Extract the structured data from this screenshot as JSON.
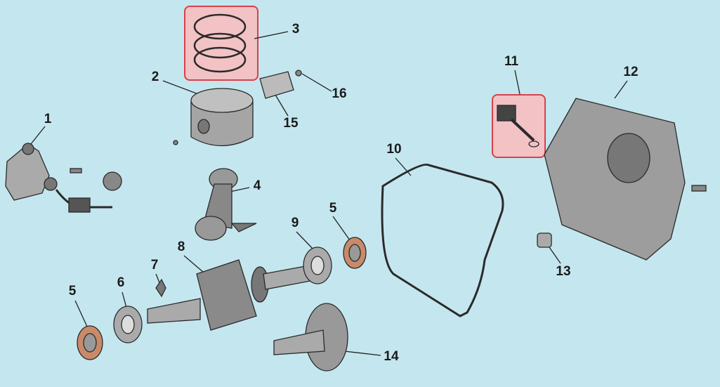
{
  "title": "Engine exploded parts diagram",
  "colors": {
    "background": "#c4e6ef",
    "highlight_fill": "#f2c2c4",
    "highlight_border": "#d9414a",
    "part_fill": "#9a9a9a",
    "seal_fill": "#c98a6a"
  },
  "parts": [
    {
      "id": "1",
      "label": "1",
      "name": "ignition-coil"
    },
    {
      "id": "2",
      "label": "2",
      "name": "piston"
    },
    {
      "id": "3",
      "label": "3",
      "name": "piston-rings",
      "highlighted": true
    },
    {
      "id": "4",
      "label": "4",
      "name": "connecting-rod"
    },
    {
      "id": "5a",
      "label": "5",
      "name": "oil-seal-right"
    },
    {
      "id": "5b",
      "label": "5",
      "name": "oil-seal-left"
    },
    {
      "id": "6",
      "label": "6",
      "name": "bearing-left"
    },
    {
      "id": "7",
      "label": "7",
      "name": "key"
    },
    {
      "id": "8",
      "label": "8",
      "name": "crankshaft"
    },
    {
      "id": "9",
      "label": "9",
      "name": "bearing-right"
    },
    {
      "id": "10",
      "label": "10",
      "name": "gasket"
    },
    {
      "id": "11",
      "label": "11",
      "name": "oil-sensor",
      "highlighted": true
    },
    {
      "id": "12",
      "label": "12",
      "name": "crankcase-cover"
    },
    {
      "id": "13",
      "label": "13",
      "name": "bushing"
    },
    {
      "id": "14",
      "label": "14",
      "name": "camshaft"
    },
    {
      "id": "15",
      "label": "15",
      "name": "piston-pin"
    },
    {
      "id": "16",
      "label": "16",
      "name": "pin-clip"
    }
  ]
}
